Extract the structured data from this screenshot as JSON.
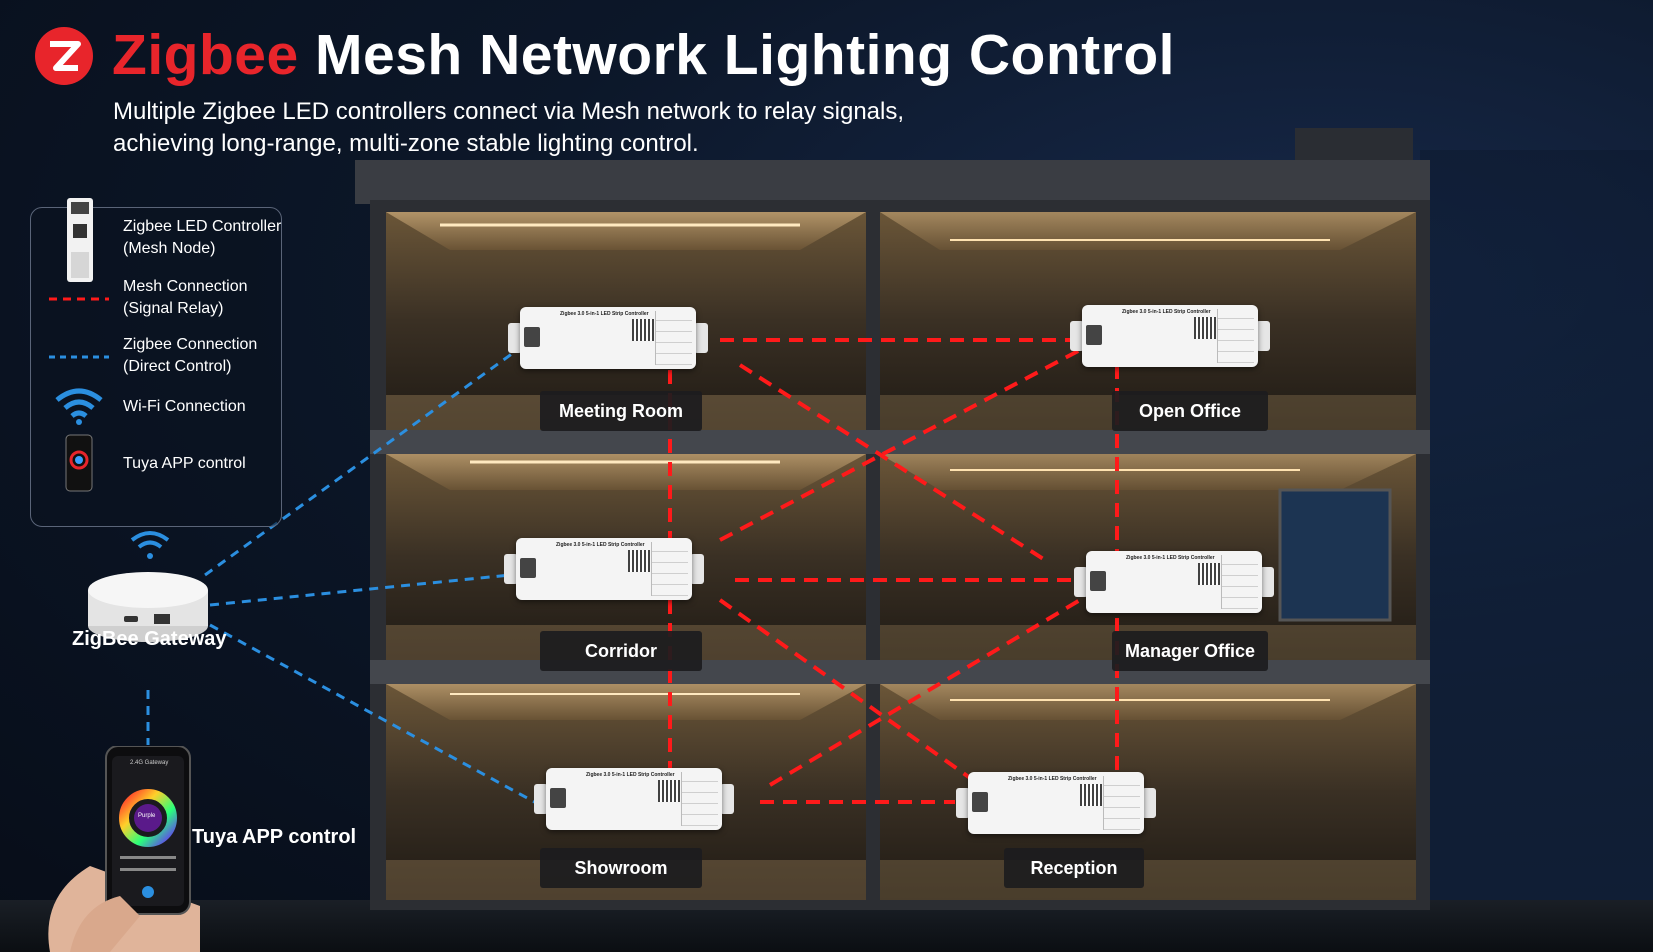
{
  "header": {
    "brand": "Zigbee",
    "title_rest": " Mesh Network Lighting Control",
    "subtitle_line1": "Multiple Zigbee LED controllers connect via Mesh network to relay signals,",
    "subtitle_line2": "achieving long-range, multi-zone stable lighting control."
  },
  "legend": {
    "items": [
      {
        "line1": "Zigbee LED Controller",
        "line2": "(Mesh Node)",
        "icon": "controller-icon"
      },
      {
        "line1": "Mesh Connection",
        "line2": "(Signal Relay)",
        "icon": "red-dashed-line"
      },
      {
        "line1": "Zigbee Connection",
        "line2": "(Direct Control)",
        "icon": "blue-dashed-line"
      },
      {
        "line1": "Wi-Fi Connection",
        "line2": "",
        "icon": "wifi-icon"
      },
      {
        "line1": "Tuya APP control",
        "line2": "",
        "icon": "phone-icon"
      }
    ]
  },
  "rooms": [
    {
      "name": "Meeting Room"
    },
    {
      "name": "Open Office"
    },
    {
      "name": "Corridor"
    },
    {
      "name": "Manager Office"
    },
    {
      "name": "Showroom"
    },
    {
      "name": "Reception"
    }
  ],
  "gateway": {
    "label": "ZigBee Gateway"
  },
  "app": {
    "label": "Tuya APP control",
    "phone_header": "2.4G Gateway",
    "wheel_label": "Purple"
  },
  "controller": {
    "text": "Zigbee 3.0 5-in-1 LED Strip Controller"
  },
  "colors": {
    "brand_red": "#e8252b",
    "mesh_red": "#ff1a1a",
    "zigbee_blue": "#2b8fe0"
  }
}
